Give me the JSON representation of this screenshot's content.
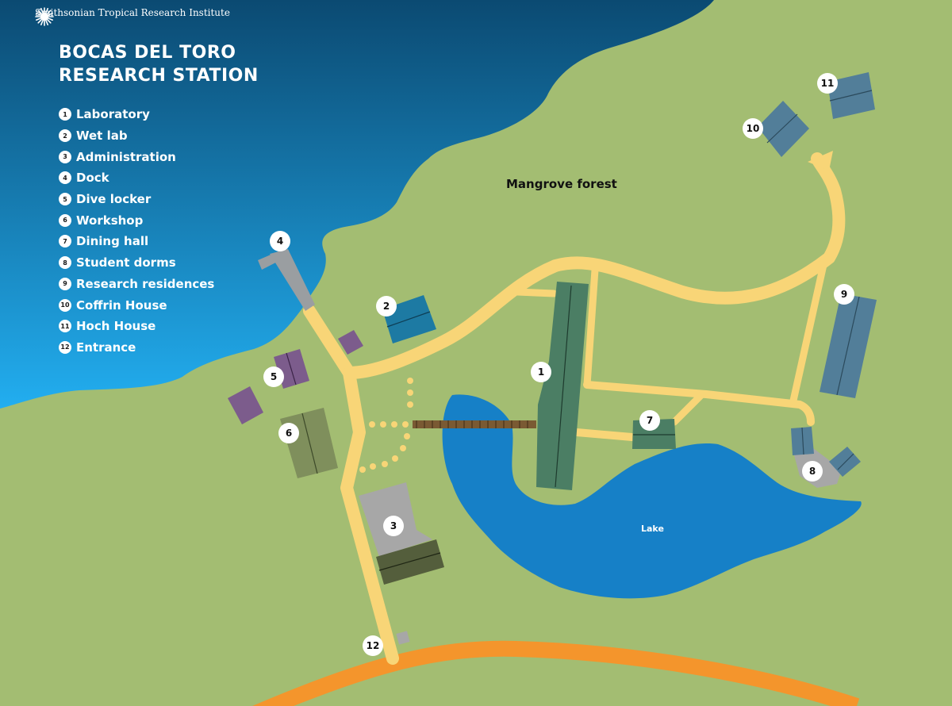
{
  "header": {
    "organization": "Smithsonian Tropical Research Institute",
    "logo_icon": "sunburst-icon",
    "title_line1": "BOCAS DEL TORO",
    "title_line2": "RESEARCH STATION"
  },
  "legend": [
    {
      "num": "1",
      "label": "Laboratory"
    },
    {
      "num": "2",
      "label": "Wet lab"
    },
    {
      "num": "3",
      "label": "Administration"
    },
    {
      "num": "4",
      "label": "Dock"
    },
    {
      "num": "5",
      "label": "Dive locker"
    },
    {
      "num": "6",
      "label": "Workshop"
    },
    {
      "num": "7",
      "label": "Dining hall"
    },
    {
      "num": "8",
      "label": "Student dorms"
    },
    {
      "num": "9",
      "label": "Research residences"
    },
    {
      "num": "10",
      "label": "Coffrin House"
    },
    {
      "num": "11",
      "label": "Hoch House"
    },
    {
      "num": "12",
      "label": "Entrance"
    }
  ],
  "labels": {
    "mangrove": "Mangrove forest",
    "lake": "Lake"
  },
  "colors": {
    "land": "#a3bd72",
    "sea_top": "#0b4a72",
    "sea_bottom": "#22aef0",
    "lake": "#1680c7",
    "path": "#f8d577",
    "main_road": "#f4952c",
    "laboratory": "#4b7e64",
    "wet_lab": "#1d7aa3",
    "dock": "#9a9ea1",
    "dive_locker": "#7c5c8c",
    "workshop": "#7f8f5c",
    "dining_hall": "#4b7e64",
    "residences": "#527e99",
    "administration_roof": "#545e3c",
    "grey_area": "#a7a7a7"
  }
}
